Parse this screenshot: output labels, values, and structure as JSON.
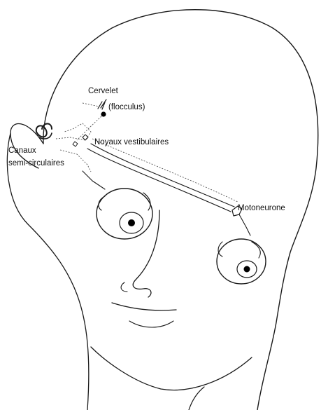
{
  "labels": {
    "cervelet": "Cervelet",
    "flocculus": "(flocculus)",
    "noyaux": "Noyaux vestibulaires",
    "canaux_line1": "Canaux",
    "canaux_line2": "semi-circulaires",
    "motoneurone": "Motoneurone"
  }
}
